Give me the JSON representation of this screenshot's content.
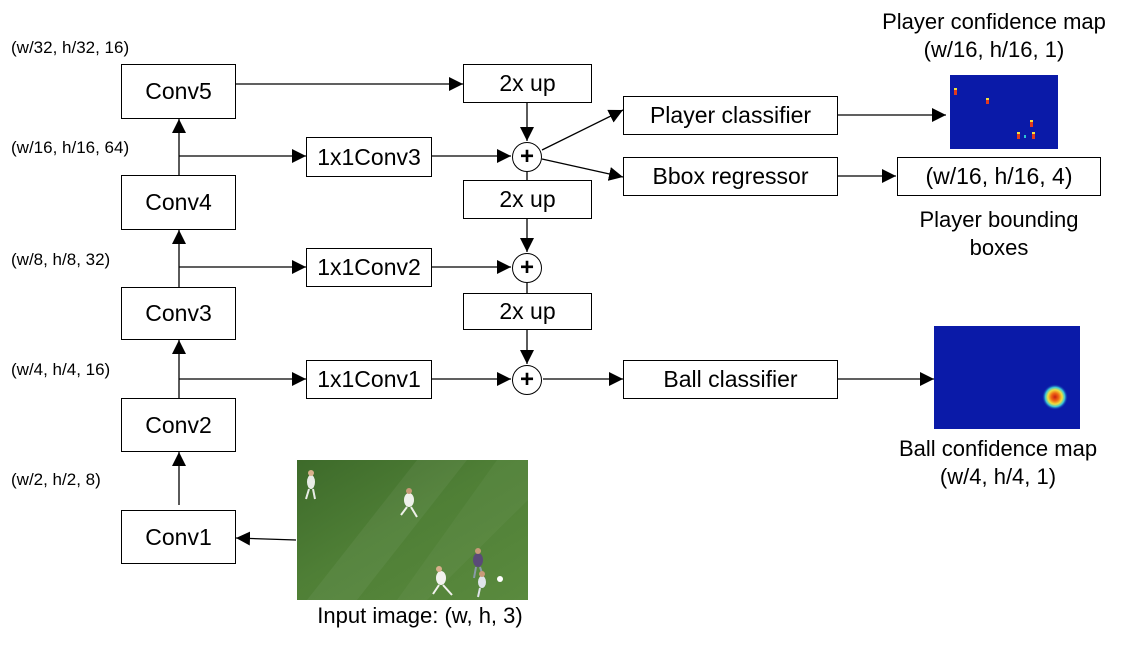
{
  "blocks": {
    "conv1": "Conv1",
    "conv2": "Conv2",
    "conv3": "Conv3",
    "conv4": "Conv4",
    "conv5": "Conv5",
    "conv1x1_3": "1x1Conv3",
    "conv1x1_2": "1x1Conv2",
    "conv1x1_1": "1x1Conv1",
    "up_top": "2x up",
    "up_mid": "2x up",
    "up_low": "2x up",
    "player_classifier": "Player classifier",
    "bbox_regressor": "Bbox regressor",
    "ball_classifier": "Ball classifier",
    "bbox_output": "(w/16, h/16, 4)",
    "sum_symbol": "+"
  },
  "dims": {
    "conv5": "(w/32, h/32, 16)",
    "conv4": "(w/16, h/16, 64)",
    "conv3": "(w/8, h/8, 32)",
    "conv2": "(w/4, h/4, 16)",
    "conv1": "(w/2, h/2, 8)"
  },
  "captions": {
    "player_map_title": "Player confidence map",
    "player_map_dims": "(w/16, h/16, 1)",
    "player_boxes_line1": "Player bounding",
    "player_boxes_line2": "boxes",
    "ball_map_title": "Ball confidence map",
    "ball_map_dims": "(w/4, h/4, 1)",
    "input_image": "Input image: (w, h, 3)"
  },
  "colors": {
    "heatmap_background": "#0a1aa8",
    "pitch_green": "#4a7a32"
  }
}
